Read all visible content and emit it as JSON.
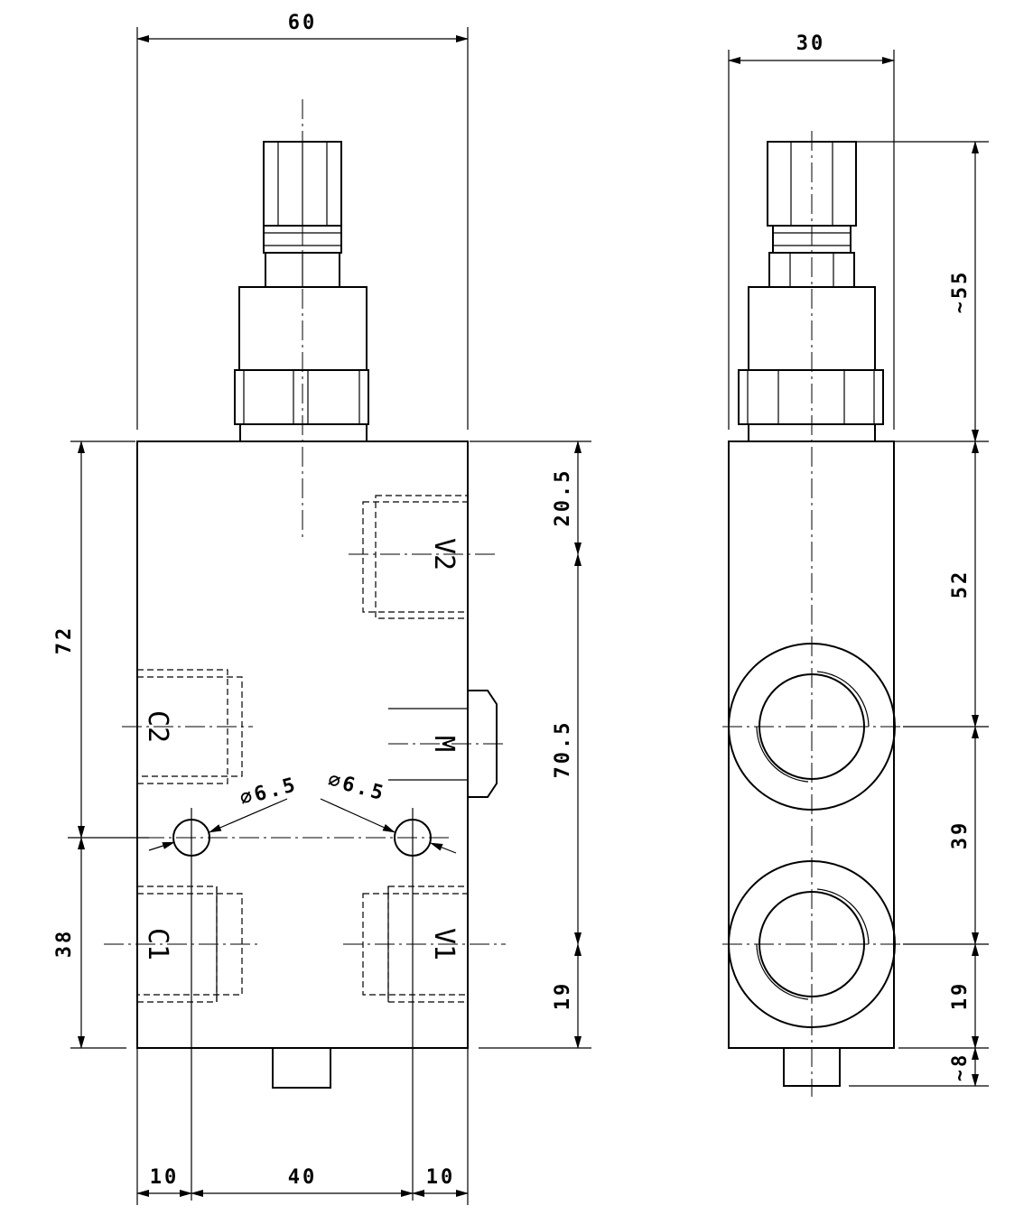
{
  "front_view": {
    "dims": {
      "width_total": "60",
      "height_body": "72",
      "height_lower": "38",
      "top_v2": "20.5",
      "v2_to_v1": "70.5",
      "v1_to_bottom": "19",
      "edge_left": "10",
      "hole_spacing": "40",
      "edge_right": "10",
      "hole_left": "⌀6.5",
      "hole_right": "⌀6.5"
    },
    "ports": {
      "v2": "V2",
      "c2": "C2",
      "m": "M",
      "c1": "C1",
      "v1": "V1"
    }
  },
  "side_view": {
    "dims": {
      "width_total": "30",
      "cartridge_height": "~55",
      "top_to_port1": "52",
      "port_spacing": "39",
      "port2_to_bottom": "19",
      "bottom_plug": "~8"
    }
  }
}
